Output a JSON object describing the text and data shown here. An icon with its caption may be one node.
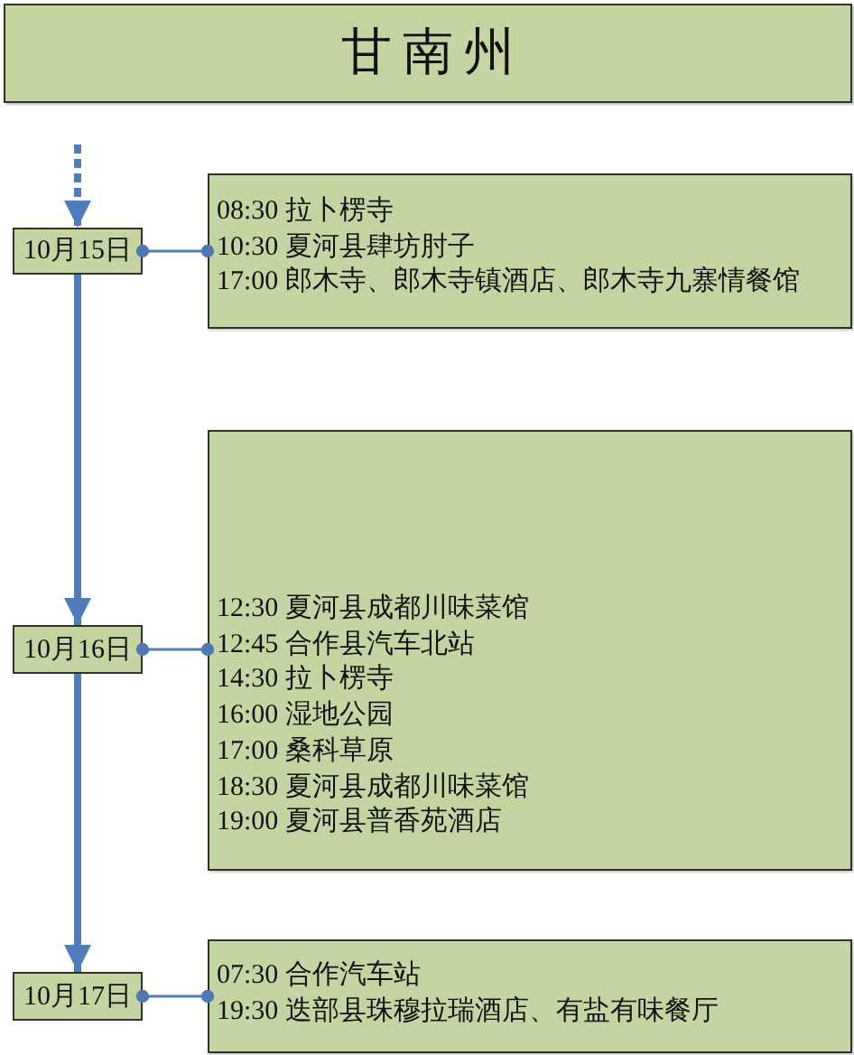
{
  "diagram": {
    "nodes": [
      {
        "text": [
          "甘南州"
        ]
      },
      {
        "text": [
          "10月15日"
        ]
      },
      {
        "text": [
          "08:30 拉卜楞寺",
          "10:30 夏河县肆坊肘子",
          "17:00 郎木寺、郎木寺镇酒店、郎木寺九寨情餐馆"
        ]
      },
      {
        "text": [
          "10月16日"
        ]
      },
      {
        "text": [
          "12:30 夏河县成都川味菜馆",
          "12:45 合作县汽车北站",
          "14:30 拉卜楞寺",
          "16:00 湿地公园",
          "17:00 桑科草原",
          "18:30 夏河县成都川味菜馆",
          "19:00 夏河县普香苑酒店"
        ]
      },
      {
        "text": [
          "10月17日"
        ]
      },
      {
        "text": [
          "07:30 合作汽车站",
          "19:30 迭部县珠穆拉瑞酒店、有盐有味餐厅"
        ]
      }
    ],
    "edges": [
      {
        "from": null,
        "to": 1,
        "arrow": "to",
        "style": "dashed"
      },
      {
        "from": 1,
        "to": 2,
        "arrow": "other"
      },
      {
        "from": 1,
        "to": 3,
        "arrow": "to",
        "style": "thick"
      },
      {
        "from": 3,
        "to": 4,
        "arrow": "other"
      },
      {
        "from": 3,
        "to": 5,
        "arrow": "to",
        "style": "thick"
      },
      {
        "from": 5,
        "to": 6,
        "arrow": "other"
      }
    ]
  }
}
